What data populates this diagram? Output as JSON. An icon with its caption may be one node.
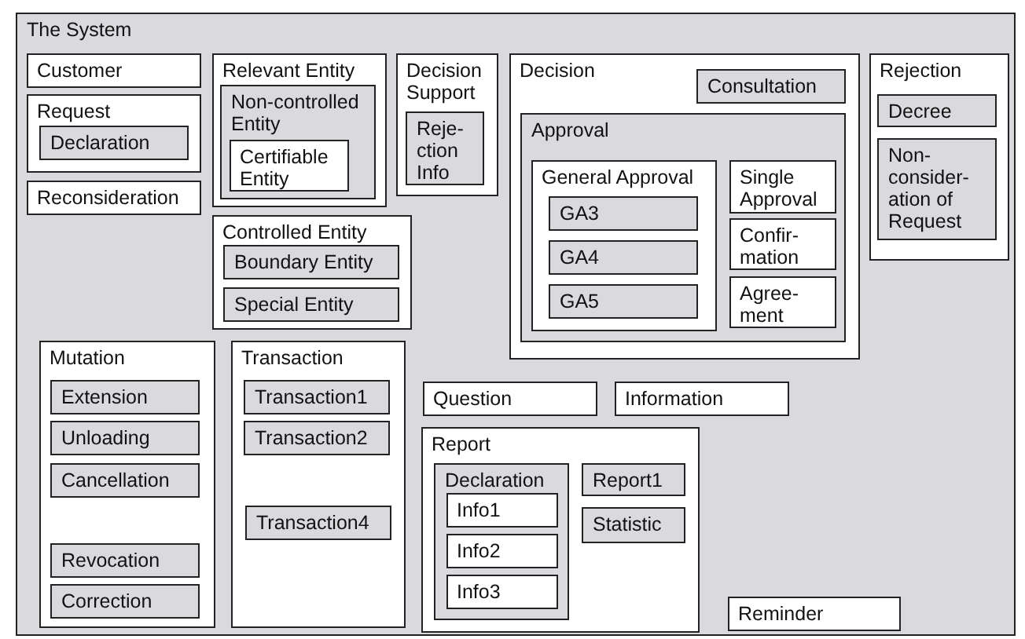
{
  "diagram": {
    "nodes": [
      {
        "text": [
          "The System"
        ]
      },
      {
        "text": [
          "Customer"
        ],
        "in": 0
      },
      {
        "text": [
          "Request"
        ],
        "in": 0
      },
      {
        "text": [
          "Declaration"
        ],
        "in": 2
      },
      {
        "text": [
          "Reconsideration"
        ],
        "in": 0
      },
      {
        "text": [
          "Relevant Entity"
        ],
        "in": 0
      },
      {
        "text": [
          "Non-controlled Entity"
        ],
        "in": 5
      },
      {
        "text": [
          "Certifiable Entity"
        ],
        "in": 6
      },
      {
        "text": [
          "Decision Support"
        ],
        "in": 0
      },
      {
        "text": [
          "Reje-ction Info"
        ],
        "in": 8
      },
      {
        "text": [
          "Controlled Entity"
        ],
        "in": 0
      },
      {
        "text": [
          "Boundary Entity"
        ],
        "in": 10
      },
      {
        "text": [
          "Special Entity"
        ],
        "in": 10
      },
      {
        "text": [
          "Decision"
        ],
        "in": 0
      },
      {
        "text": [
          "Consultation"
        ],
        "in": 13
      },
      {
        "text": [
          "Approval"
        ],
        "in": 13
      },
      {
        "text": [
          "General Approval"
        ],
        "in": 15
      },
      {
        "text": [
          "GA3"
        ],
        "in": 16
      },
      {
        "text": [
          "GA4"
        ],
        "in": 16
      },
      {
        "text": [
          "GA5"
        ],
        "in": 16
      },
      {
        "text": [
          "Single Approval"
        ],
        "in": 15
      },
      {
        "text": [
          "Confir-mation"
        ],
        "in": 15
      },
      {
        "text": [
          "Agree-ment"
        ],
        "in": 15
      },
      {
        "text": [
          "Rejection"
        ],
        "in": 0
      },
      {
        "text": [
          "Decree"
        ],
        "in": 23
      },
      {
        "text": [
          "Non-consider-ation of Request"
        ],
        "in": 23
      },
      {
        "text": [
          "Mutation"
        ],
        "in": 0
      },
      {
        "text": [
          "Extension"
        ],
        "in": 26
      },
      {
        "text": [
          "Unloading"
        ],
        "in": 26
      },
      {
        "text": [
          "Cancellation"
        ],
        "in": 26
      },
      {
        "text": [
          "Revocation"
        ],
        "in": 26
      },
      {
        "text": [
          "Correction"
        ],
        "in": 26
      },
      {
        "text": [
          "Transaction"
        ],
        "in": 0
      },
      {
        "text": [
          "Transaction1"
        ],
        "in": 32
      },
      {
        "text": [
          "Transaction2"
        ],
        "in": 32
      },
      {
        "text": [
          "Transaction4"
        ],
        "in": 32
      },
      {
        "text": [
          "Question"
        ],
        "in": 0
      },
      {
        "text": [
          "Information"
        ],
        "in": 0
      },
      {
        "text": [
          "Report"
        ],
        "in": 0
      },
      {
        "text": [
          "Declaration"
        ],
        "in": 38
      },
      {
        "text": [
          "Info1"
        ],
        "in": 39
      },
      {
        "text": [
          "Info2"
        ],
        "in": 39
      },
      {
        "text": [
          "Info3"
        ],
        "in": 39
      },
      {
        "text": [
          "Report1"
        ],
        "in": 38
      },
      {
        "text": [
          "Statistic"
        ],
        "in": 38
      },
      {
        "text": [
          "Reminder"
        ],
        "in": 0
      }
    ]
  }
}
